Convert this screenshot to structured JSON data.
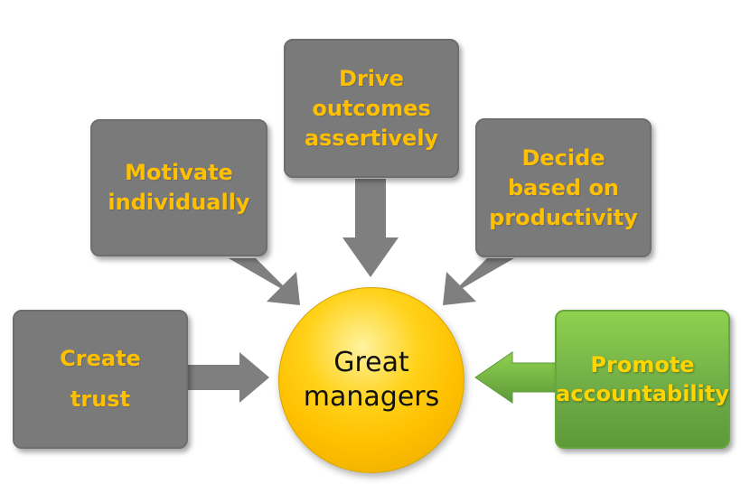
{
  "diagram": {
    "center": {
      "label": "Great\nmanagers"
    },
    "nodes": [
      {
        "id": "motivate",
        "label": "Motivate\nindividually"
      },
      {
        "id": "drive",
        "label": "Drive\noutcomes\nassertively"
      },
      {
        "id": "decide",
        "label": "Decide\nbased on\nproductivity"
      },
      {
        "id": "trust",
        "label": "Create\ntrust"
      },
      {
        "id": "accountability",
        "label": "Promote\naccountability"
      }
    ],
    "colors": {
      "box_fill": "#7a7a7a",
      "box_text": "#ffc000",
      "highlight_fill": "#70ad47",
      "highlight_text": "#ffd400",
      "center_fill": "#ffc000",
      "arrow_gray": "#7f7f7f",
      "arrow_green": "#70ad47"
    }
  }
}
